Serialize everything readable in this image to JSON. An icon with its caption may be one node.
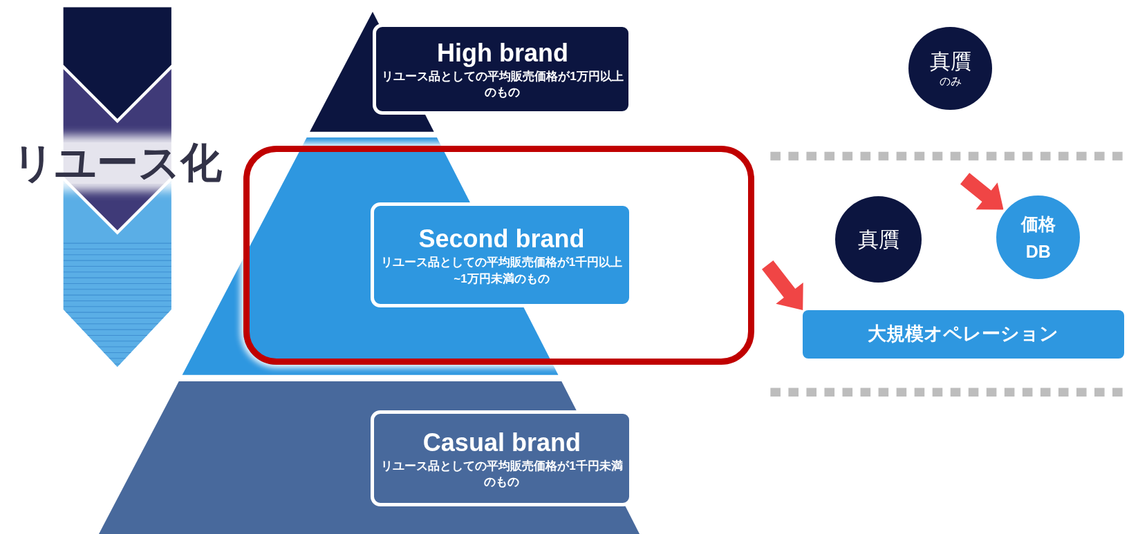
{
  "diagram": {
    "nodes": [
      {
        "text": [
          "High brand",
          "リユース品としての平均販売価格が1万円以上のもの"
        ]
      },
      {
        "text": [],
        "shape": "box"
      },
      {
        "text": [
          "Second brand",
          "リユース品としての平均販売価格が1千円以上~1万円未満のもの"
        ],
        "in": 1
      },
      {
        "text": [
          "Casual brand",
          "リユース品としての平均販売価格が1千円未満のもの"
        ]
      },
      {
        "text": [
          "真贋",
          "のみ"
        ]
      },
      {
        "text": [
          "真贋"
        ]
      },
      {
        "text": [
          "価格",
          "DB"
        ]
      },
      {
        "text": [
          "大規模オペレーション"
        ]
      }
    ],
    "edges": [
      {
        "from": null,
        "to": 7,
        "arrow": "to"
      },
      {
        "from": null,
        "to": 6,
        "arrow": "to"
      }
    ],
    "labels": [
      "リユース化"
    ]
  }
}
